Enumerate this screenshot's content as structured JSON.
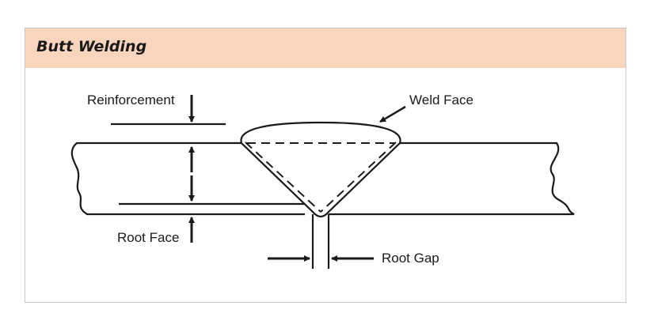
{
  "panel": {
    "title": "Butt Welding"
  },
  "labels": {
    "reinforcement": "Reinforcement",
    "weld_face": "Weld Face",
    "root_face": "Root Face",
    "root_gap": "Root Gap"
  },
  "colors": {
    "title_background": "#f9d5be",
    "frame_border": "#c9c9c9",
    "line": "#1a1a1a"
  }
}
